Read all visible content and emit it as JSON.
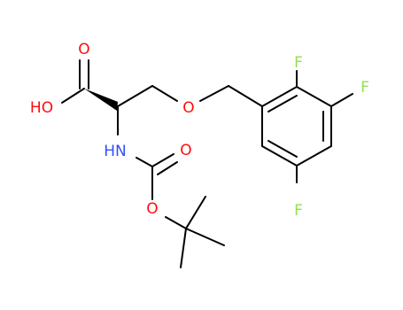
{
  "colors": {
    "bond": "#000000",
    "oxygen": "#ff0d0d",
    "nitrogen": "#3050f8",
    "fluorine": "#90e050"
  },
  "atoms": {
    "o_carbonyl_acid": "O",
    "hydroxyl": "HO",
    "o_ether": "O",
    "f_ortho": "F",
    "f_meta": "F",
    "f_para": "F",
    "amine": "HN",
    "o_carbonyl_boc": "O",
    "o_ester_boc": "O"
  }
}
